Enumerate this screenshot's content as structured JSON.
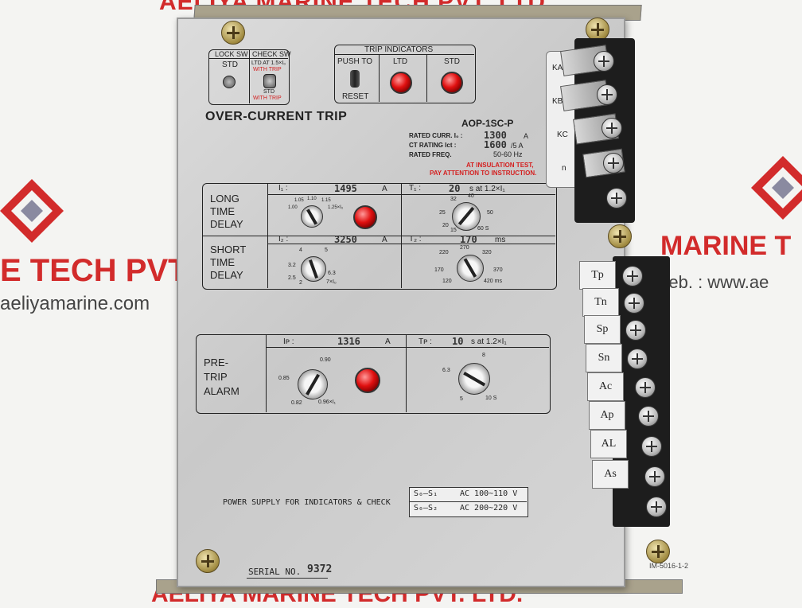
{
  "watermark": {
    "top_text": "AELIYA MARINE TECH PVT. LTD.",
    "left_text": "E TECH PVT",
    "left_url": "aeliyamarine.com",
    "right_text": "MARINE T",
    "right_web": "Web. : www.ae",
    "bottom_text": "AELIYA MARINE TECH PVT. LTD."
  },
  "panel": {
    "lock_sw": "LOCK SW",
    "check_sw": "CHECK SW",
    "std": "STD",
    "ltd_at": "LTD AT 1.5×I₀",
    "with_trip": "WITH TRIP",
    "std2": "STD",
    "with_trip2": "WITH TRIP",
    "trip_indicators": "TRIP INDICATORS",
    "push_to": "PUSH TO",
    "reset": "RESET",
    "ltd": "LTD",
    "std3": "STD",
    "title": "OVER-CURRENT TRIP",
    "model": "AOP-1SC-P",
    "rated_curr_label": "RATED CURR.  I₀ :",
    "rated_curr_value": "1300",
    "rated_curr_unit": "A",
    "ct_rating_label": "CT RATING   Ict :",
    "ct_rating_value": "1600",
    "ct_rating_unit": "/5 A",
    "rated_freq_label": "RATED FREQ.",
    "rated_freq_value": "50-60 Hz",
    "warning1": "AT INSULATION TEST,",
    "warning2": "PAY ATTENTION TO INSTRUCTION.",
    "long_label": [
      "LONG",
      "TIME",
      "DELAY"
    ],
    "i1_label": "I₁ :",
    "i1_value": "1495",
    "i1_unit": "A",
    "t1_label": "T₁ :",
    "t1_value": "20",
    "t1_unit": "s  at 1.2×I₁",
    "i1_scale": [
      "1.05",
      "1.10",
      "1.15",
      "1.00",
      "1.25×I₀"
    ],
    "t1_scale": [
      "32",
      "40",
      "25",
      "50",
      "20",
      "60 S",
      "15"
    ],
    "short_label": [
      "SHORT",
      "TIME",
      "DELAY"
    ],
    "i2_label": "I₂ :",
    "i2_value": "3250",
    "i2_unit": "A",
    "t2_label": "T₂ :",
    "t2_value": "170",
    "t2_unit": "ms",
    "i2_scale": [
      "4",
      "5",
      "3.2",
      "6.3",
      "2.5",
      "2",
      "7×I₀"
    ],
    "t2_scale": [
      "270",
      "220",
      "320",
      "170",
      "370",
      "120",
      "420 ms"
    ],
    "pre_label": [
      "PRE-",
      "TRIP",
      "ALARM"
    ],
    "ip_label": "Iᴘ :",
    "ip_value": "1316",
    "ip_unit": "A",
    "tp_label": "Tᴘ :",
    "tp_value": "10",
    "tp_unit": "s  at 1.2×I₁",
    "ip_scale": [
      "0.90",
      "0.85",
      "0.82",
      "0.96×I₁"
    ],
    "tp_scale": [
      "8",
      "6.3",
      "5",
      "10 S"
    ],
    "power_supply": "POWER SUPPLY FOR INDICATORS & CHECK",
    "ps_row1_label": "S₀–S₁",
    "ps_row1_value": "AC 100~110 V",
    "ps_row2_label": "S₀–S₂",
    "ps_row2_value": "AC 200~220 V",
    "serial_label": "SERIAL NO.",
    "serial_value": "9372",
    "part_no": "IM-5016-1-2"
  },
  "terminals_upper": [
    "KA",
    "KB",
    "KC",
    "n"
  ],
  "terminals_lower": [
    "Tp",
    "Tn",
    "Sp",
    "Sn",
    "Ac",
    "Ap",
    "AL",
    "As"
  ],
  "colors": {
    "led": "#e01010",
    "warning_text": "#d42020",
    "watermark": "#d22b2b"
  }
}
